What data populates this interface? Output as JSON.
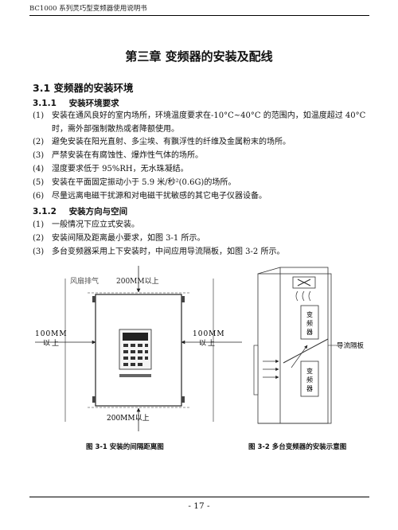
{
  "header": {
    "title": "BC1000 系列灵巧型变频器使用说明书"
  },
  "chapter_title": "第三章 变频器的安装及配线",
  "section": {
    "number": "3.1",
    "title": "变频器的安装环境"
  },
  "sub1": {
    "number": "3.1.1",
    "title": "安装环境要求",
    "items": [
      {
        "mark": "(1)",
        "text": "安装在通风良好的室内场所，环境温度要求在-10°C~40°C 的范围内，如温度超过 40°C 时，需外部强制散热或者降额使用。"
      },
      {
        "mark": "(2)",
        "text": "避免安装在阳光直射、多尘埃、有飘浮性的纤维及金属粉末的场所。"
      },
      {
        "mark": "(3)",
        "text": "严禁安装在有腐蚀性、爆炸性气体的场所。"
      },
      {
        "mark": "(4)",
        "text": "湿度要求低于 95%RH，无水珠凝结。"
      },
      {
        "mark": "(5)",
        "text": "安装在平面固定振动小于 5.9 米/秒²(0.6G)的场所。"
      },
      {
        "mark": "(6)",
        "text": "尽量远离电磁干扰源和对电磁干扰敏感的其它电子仪器设备。"
      }
    ]
  },
  "sub2": {
    "number": "3.1.2",
    "title": "安装方向与空间",
    "items": [
      {
        "mark": "(1)",
        "text": "一般情况下应立式安装。"
      },
      {
        "mark": "(2)",
        "text": "安装间隔及距离最小要求，如图 3-1 所示。"
      },
      {
        "mark": "(3)",
        "text": "多台变频器采用上下安装时，中间应用导流隔板，如图 3-2 所示。"
      }
    ]
  },
  "fig1": {
    "fan_label": "风扇排气",
    "top_clearance": "200MM以上",
    "left_clearance_1": "100MM",
    "left_clearance_2": "以上",
    "right_clearance_1": "100MM",
    "right_clearance_2": "以上",
    "bottom_clearance": "200MM以上",
    "caption": "图 3-1  安装的间隔距离图"
  },
  "fig2": {
    "unit_top": [
      "变",
      "频",
      "器"
    ],
    "unit_bottom": [
      "变",
      "频",
      "器"
    ],
    "baffle_label": "导流隔板",
    "caption": "图 3-2  多台变频器的安装示意图"
  },
  "page_number": "- 17 -"
}
